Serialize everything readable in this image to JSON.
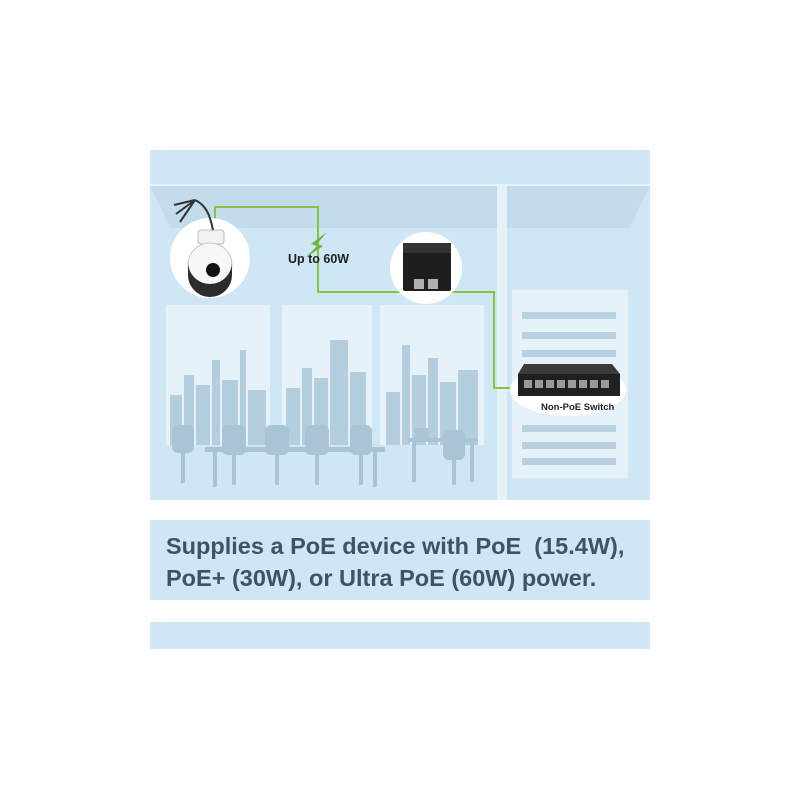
{
  "caption": {
    "line1": "Supplies a PoE device with PoE  (15.4W),",
    "line2": "PoE+ (30W), or Ultra PoE (60W) power."
  },
  "diagram": {
    "power_label": "Up to 60W",
    "switch_label": "Non-PoE Switch"
  },
  "colors": {
    "room_bg": "#cfe6f5",
    "window": "#e6f2fa",
    "skyline": "#b5cedd",
    "furniture": "#a9c4d5",
    "cable": "#86c440",
    "bolt": "#6cb33f",
    "caption_text": "#3b5563"
  },
  "icons": [
    "ptz-camera-icon",
    "lightning-bolt-icon",
    "poe-injector-icon",
    "network-switch-icon",
    "server-rack-icon"
  ]
}
